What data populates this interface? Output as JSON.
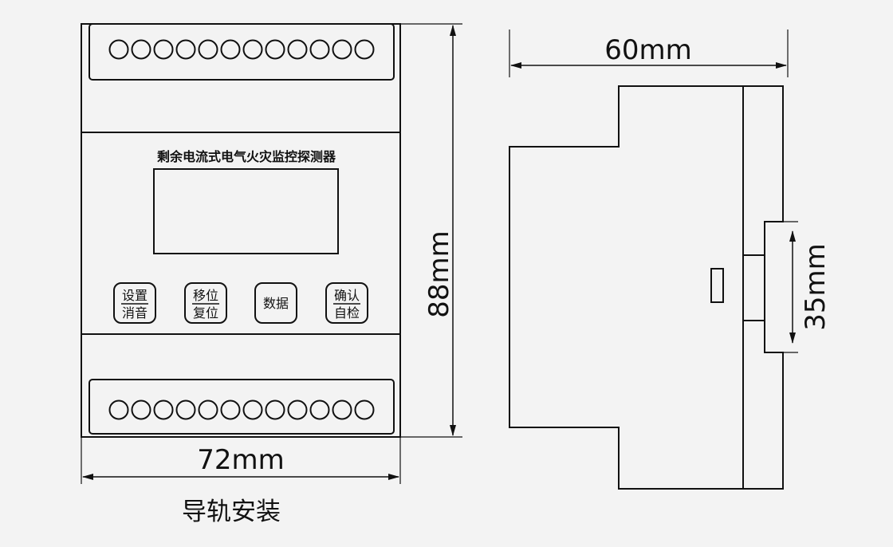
{
  "front_view": {
    "device_title": "剩余电流式电气火灾监控探测器",
    "terminal_count_top": 12,
    "terminal_count_bottom": 12,
    "buttons": [
      {
        "line1": "设置",
        "line2": "消音"
      },
      {
        "line1": "移位",
        "line2": "复位"
      },
      {
        "line1": "数据",
        "line2": ""
      },
      {
        "line1": "确认",
        "line2": "自检"
      }
    ],
    "dimension_width": "72mm",
    "dimension_height": "88mm"
  },
  "side_view": {
    "dimension_depth": "60mm",
    "dimension_rail": "35mm"
  },
  "caption": "导轨安装",
  "colors": {
    "background": "#f3f3f3",
    "line": "#111111"
  }
}
